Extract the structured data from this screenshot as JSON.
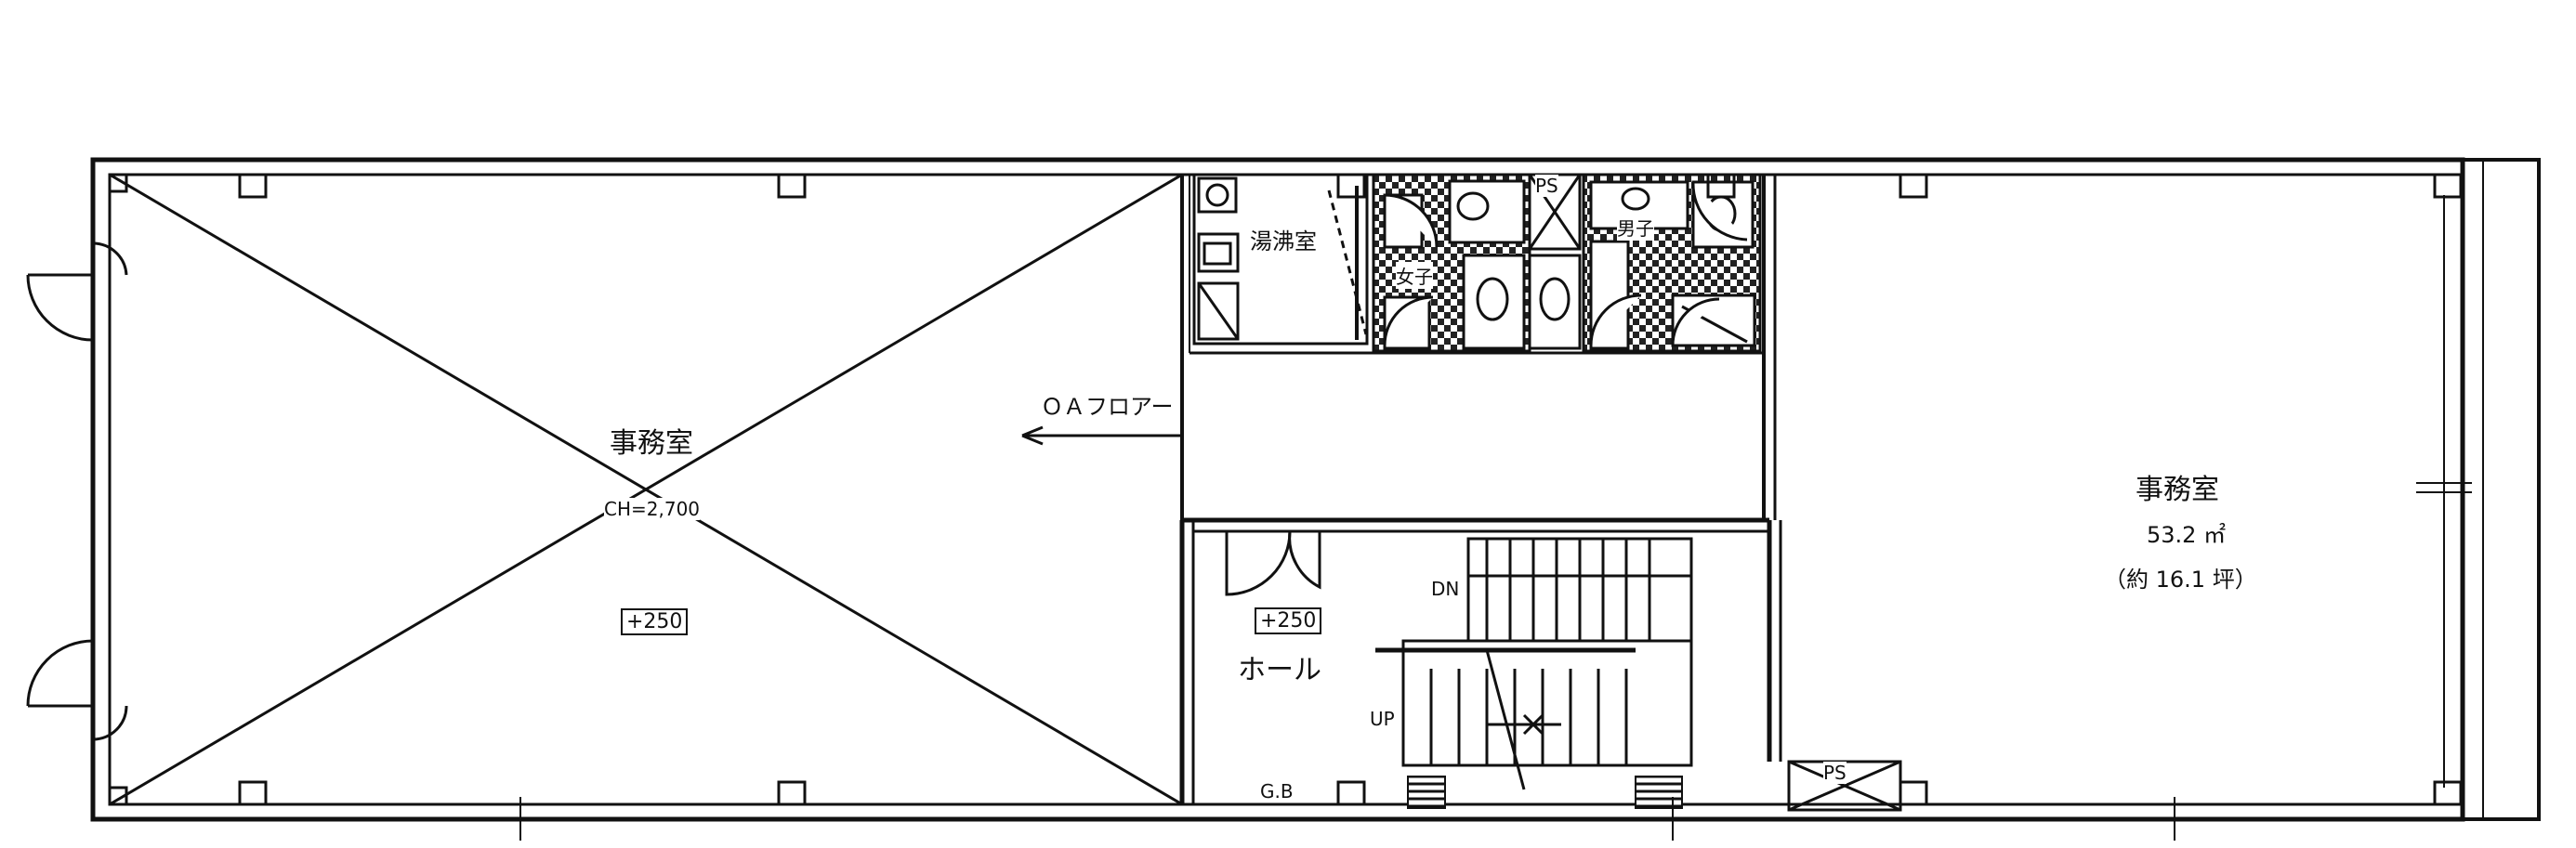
{
  "rooms": {
    "office_left": {
      "name": "事務室",
      "ceiling": "CH=2,700",
      "floor_level": "+250"
    },
    "office_right": {
      "name": "事務室",
      "area": "53.2 ㎡",
      "tsubo": "（約 16.1 坪）"
    },
    "hall": {
      "name": "ホール",
      "floor_level": "+250"
    },
    "kitchenette": {
      "name": "湯沸室"
    },
    "wc_female": {
      "name": "女子"
    },
    "wc_male": {
      "name": "男子"
    }
  },
  "annotations": {
    "oa_floor": "ＯＡフロアー",
    "ps_top": "PS",
    "ps_bottom": "PS",
    "dn": "DN",
    "up": "UP",
    "gb": "G.B"
  }
}
